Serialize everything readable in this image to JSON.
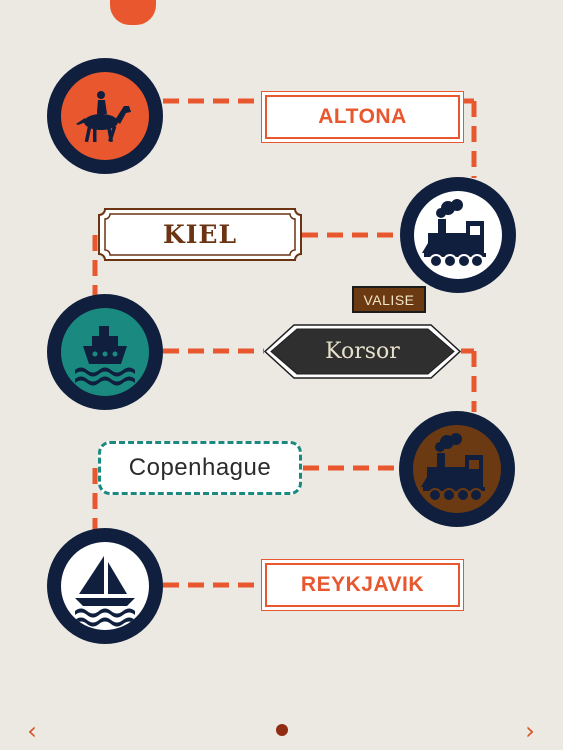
{
  "colors": {
    "background": "#ece9e2",
    "route": "#e8572e",
    "circle_ring": "#0f1f3d",
    "horse_stop": "#e8572e",
    "train_stop": "#ffffff",
    "ferry_stop": "#1a8a80",
    "train_stop_2": "#6b3a12",
    "sailboat_stop": "#ffffff"
  },
  "stops": [
    {
      "id": "horse",
      "icon": "horse-rider-icon",
      "fill": "#e8572e"
    },
    {
      "id": "train1",
      "icon": "steam-train-icon",
      "fill": "#ffffff"
    },
    {
      "id": "ferry",
      "icon": "ferry-ship-icon",
      "fill": "#1a8a80"
    },
    {
      "id": "train2",
      "icon": "steam-train-icon",
      "fill": "#6b3a12"
    },
    {
      "id": "sailboat",
      "icon": "sailboat-icon",
      "fill": "#ffffff"
    }
  ],
  "labels": {
    "altona": "ALTONA",
    "kiel": "KIEL",
    "korsor": "Korsor",
    "copenhague": "Copenhague",
    "reykjavik": "REYKJAVIK"
  },
  "badge": {
    "valise": "VALISE"
  },
  "nav": {
    "prev_icon": "chevron-left-icon",
    "next_icon": "chevron-right-icon",
    "pages": 1,
    "current_page": 1
  }
}
